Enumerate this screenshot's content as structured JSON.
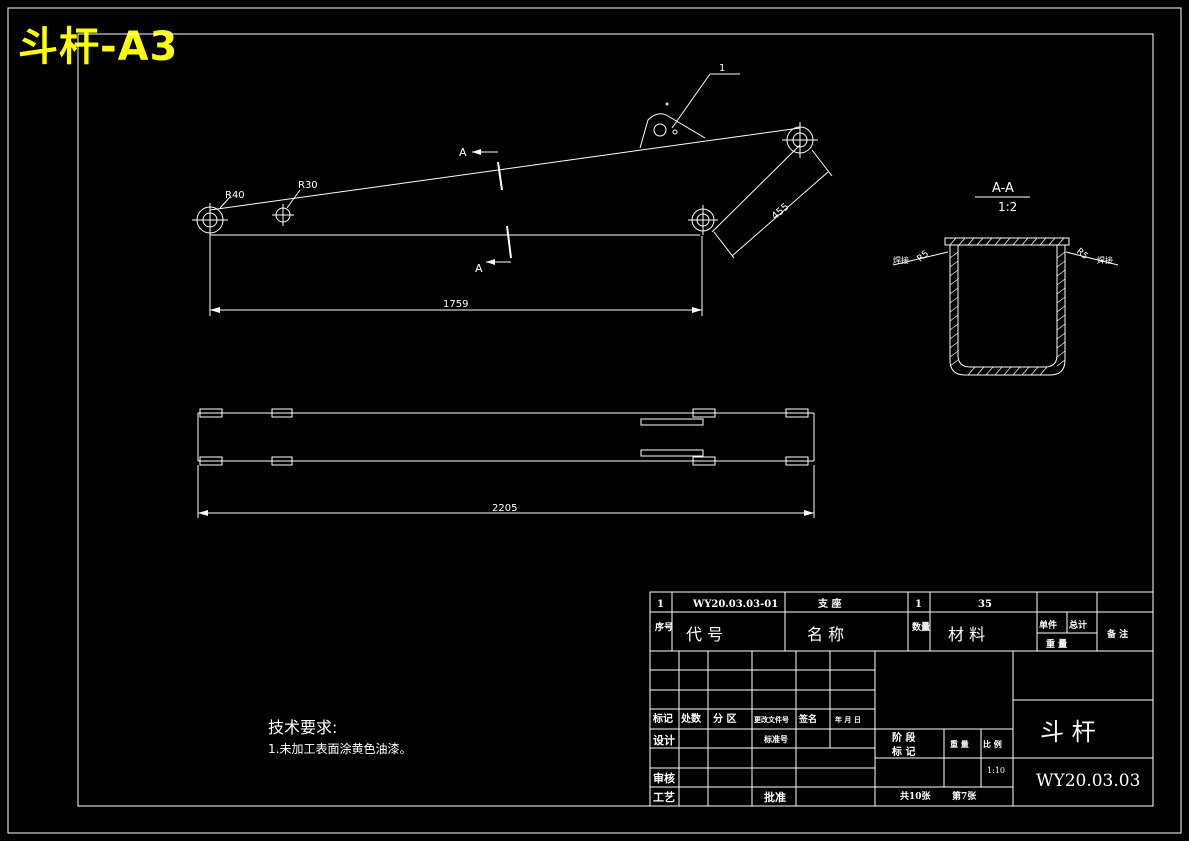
{
  "sheet_title": "斗杆-A3",
  "colors": {
    "background": "#000000",
    "line": "#ffffff",
    "title": "#ffff00"
  },
  "main_view": {
    "part_callout": "1",
    "section_mark": "A",
    "radius_left": "R40",
    "radius_mid": "R30",
    "dim_length": "1759",
    "dim_slant": "455"
  },
  "plan_view": {
    "dim_length": "2205"
  },
  "section_view": {
    "title": "A-A",
    "scale": "1:2",
    "weld_left": "焊接",
    "weld_right": "焊接",
    "radius_left": "R5",
    "radius_right": "R5"
  },
  "notes": {
    "heading": "技术要求:",
    "item1": "1.未加工表面涂黄色油漆。"
  },
  "title_block": {
    "bom": {
      "seq": "1",
      "code": "WY20.03.03-01",
      "name": "支 座",
      "qty": "1",
      "material": "35",
      "h_seq": "序号",
      "h_code": "代        号",
      "h_name": "名        称",
      "h_qty": "数量",
      "h_material": "材    料",
      "h_unit": "单件",
      "h_total": "总计",
      "h_weight": "重  量",
      "h_remark": "备 注"
    },
    "rev_mark": "标记",
    "rev_count": "处数",
    "rev_zone": "分 区",
    "rev_doc": "更改文件号",
    "rev_sign": "签名",
    "rev_date": "年 月 日",
    "design": "设计",
    "standard": "标准号",
    "review": "审核",
    "process": "工艺",
    "approve": "批准",
    "stage": "阶 段",
    "stage_mark": "标 记",
    "weight": "重 量",
    "scale": "比 例",
    "scale_value": "1:10",
    "sheets": "共10张",
    "sheet_no": "第7张",
    "part_name": "斗  杆",
    "drawing_no": "WY20.03.03"
  }
}
